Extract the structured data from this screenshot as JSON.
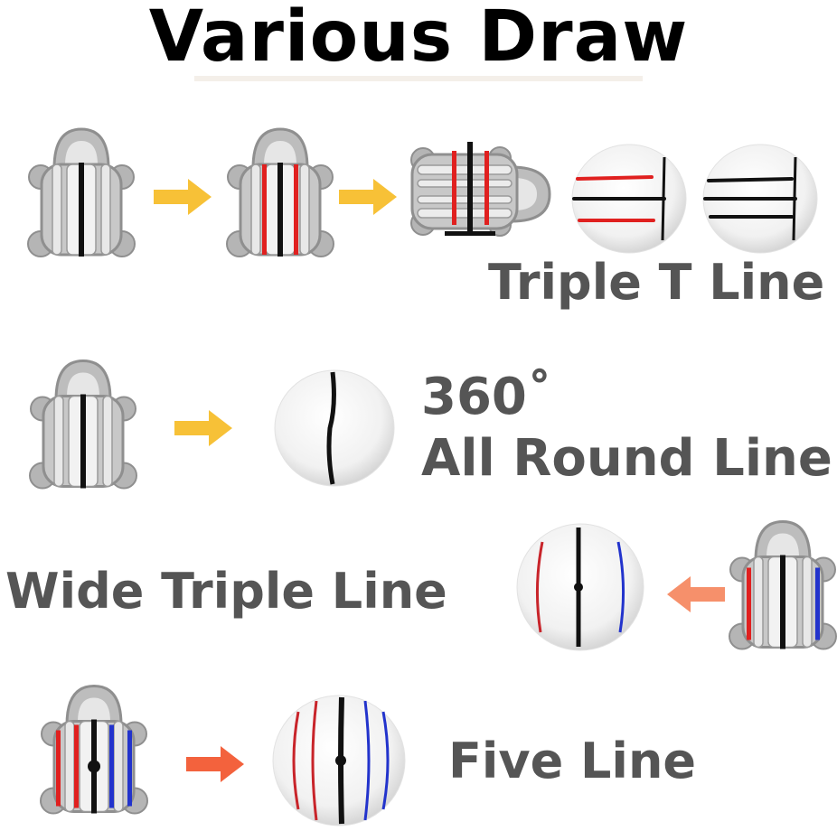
{
  "title": "Various Draw",
  "sections": {
    "triple_t": {
      "label": "Triple T Line"
    },
    "all_round": {
      "label_line1": "360˚",
      "label_line2": "All Round Line"
    },
    "wide_triple": {
      "label": "Wide Triple Line"
    },
    "five_line": {
      "label": "Five Line"
    }
  },
  "colors": {
    "tool_gray": "#a8a8a8",
    "arrow_yellow": "#f7c137",
    "arrow_salmon": "#f6906b",
    "arrow_orange": "#f3623d",
    "line_red": "#e0201f",
    "line_blue": "#2233cc",
    "line_black": "#111111",
    "label_gray": "#555555"
  }
}
